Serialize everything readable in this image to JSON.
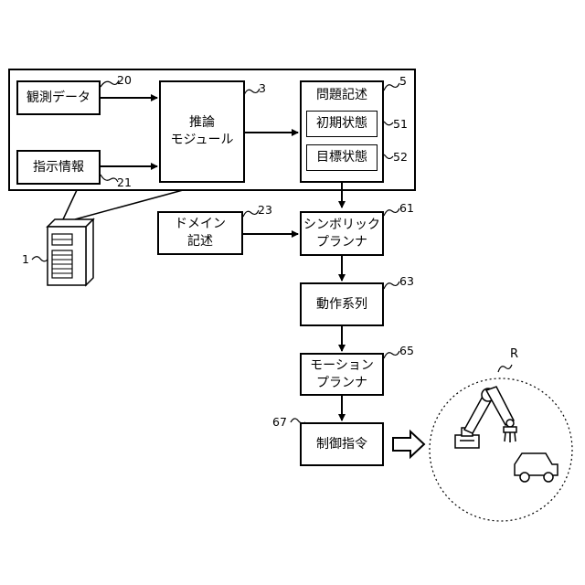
{
  "nodes": {
    "observation": "観測データ",
    "instruction": "指示情報",
    "inference_line1": "推論",
    "inference_line2": "モジュール",
    "problem": "問題記述",
    "initial_state": "初期状態",
    "goal_state": "目標状態",
    "domain_line1": "ドメイン",
    "domain_line2": "記述",
    "symbolic_line1": "シンボリック",
    "symbolic_line2": "プランナ",
    "action_seq": "動作系列",
    "motion_line1": "モーション",
    "motion_line2": "プランナ",
    "control": "制御指令"
  },
  "refs": {
    "device": "1",
    "inference": "3",
    "problem": "5",
    "observation": "20",
    "instruction": "21",
    "domain": "23",
    "initial_state": "51",
    "goal_state": "52",
    "symbolic": "61",
    "action_seq": "63",
    "motion": "65",
    "control": "67",
    "robot": "R"
  }
}
